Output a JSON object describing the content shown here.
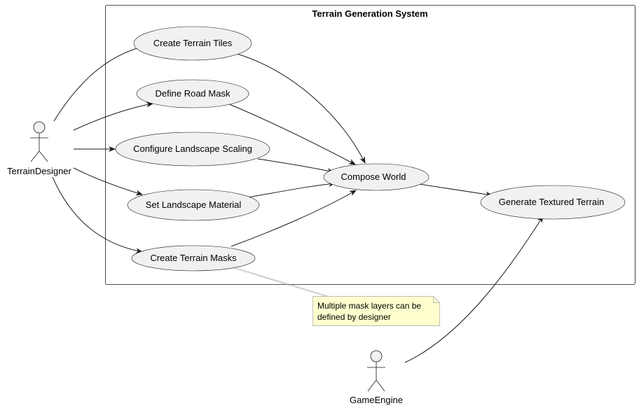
{
  "system": {
    "title": "Terrain Generation System"
  },
  "actors": {
    "designer": "TerrainDesigner",
    "engine": "GameEngine"
  },
  "use_cases": {
    "create_tiles": "Create Terrain Tiles",
    "road_mask": "Define Road Mask",
    "landscape_scaling": "Configure Landscape Scaling",
    "landscape_material": "Set Landscape Material",
    "terrain_masks": "Create Terrain Masks",
    "compose_world": "Compose World",
    "textured_terrain": "Generate Textured Terrain"
  },
  "note": {
    "lines": [
      "Multiple mask layers can be",
      "defined by designer"
    ]
  },
  "colors": {
    "use_case_fill": "#f1f1f1",
    "note_fill": "#fefece",
    "note_border": "#a8a8a8",
    "line": "#181818"
  }
}
